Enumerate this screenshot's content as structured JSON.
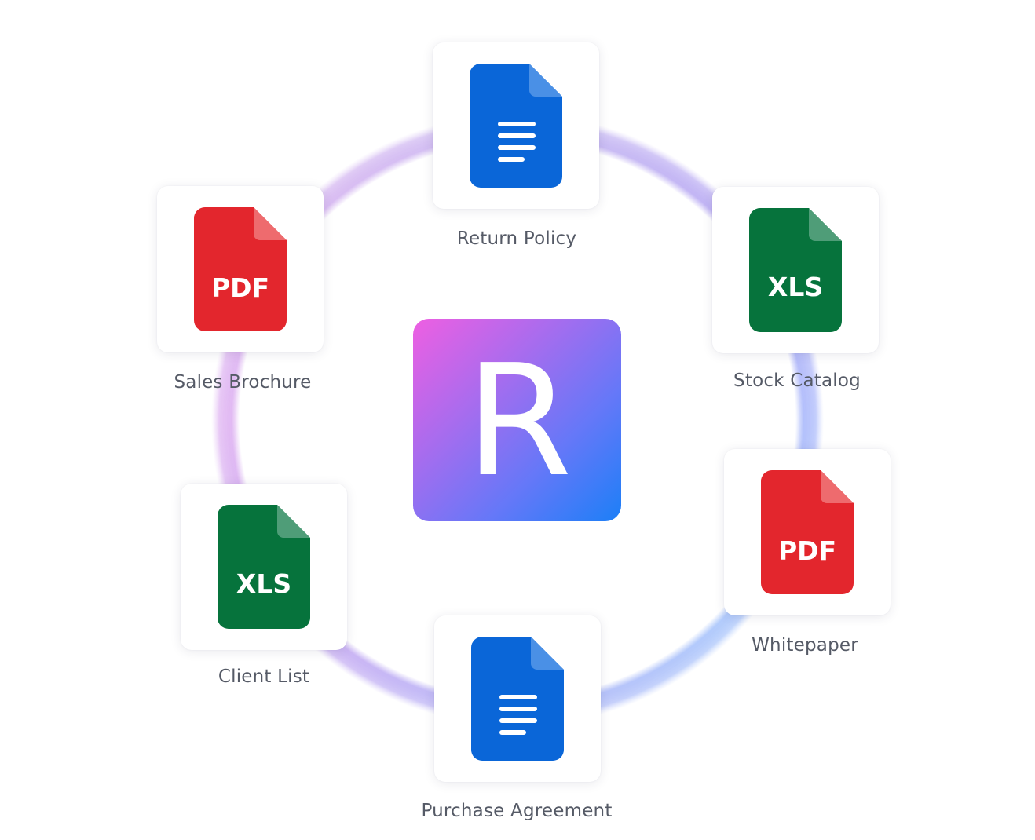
{
  "hub": {
    "letter": "R"
  },
  "documents": [
    {
      "label": "Return Policy",
      "type": "doc",
      "icon": "google-doc-icon",
      "badge": ""
    },
    {
      "label": "Stock Catalog",
      "type": "xls",
      "icon": "xls-file-icon",
      "badge": "XLS"
    },
    {
      "label": "Whitepaper",
      "type": "pdf",
      "icon": "pdf-file-icon",
      "badge": "PDF"
    },
    {
      "label": "Purchase Agreement",
      "type": "doc",
      "icon": "google-doc-icon",
      "badge": ""
    },
    {
      "label": "Client List",
      "type": "xls",
      "icon": "xls-file-icon",
      "badge": "XLS"
    },
    {
      "label": "Sales Brochure",
      "type": "pdf",
      "icon": "pdf-file-icon",
      "badge": "PDF"
    }
  ],
  "colors": {
    "doc": "#0a66d8",
    "doc_fold": "#4a90e6",
    "xls": "#06733c",
    "xls_fold": "#4f9d78",
    "pdf": "#e3262d",
    "pdf_fold": "#ee6b6e",
    "label": "#555a66",
    "hub_gradient_start": "#ee5fe2",
    "hub_gradient_end": "#1c7ff7"
  }
}
